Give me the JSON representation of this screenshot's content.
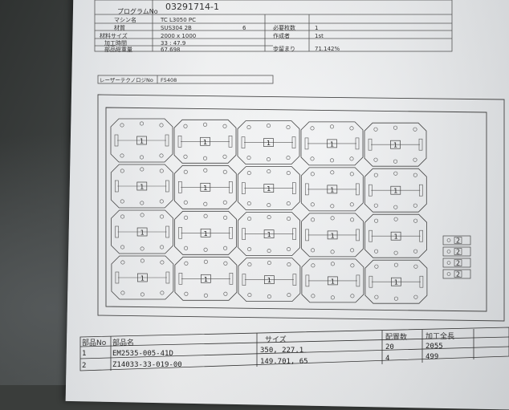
{
  "header": {
    "program_label": "プログラムNo",
    "program_value": "03291714-1",
    "rows": [
      {
        "label": "マシン名",
        "value": "TC L3050 PC",
        "extra": ""
      },
      {
        "label": "材質",
        "value": "SUS304 2B",
        "extra": "6"
      },
      {
        "label": "材料サイズ",
        "value": "2000  x  1000",
        "extra": ""
      },
      {
        "label": "加工時間",
        "value": "33 : 47.9",
        "extra": ""
      },
      {
        "label": "部品総重量",
        "value": "67.698",
        "extra": ""
      }
    ],
    "right_rows": [
      {
        "label": "必要枚数",
        "value": "1"
      },
      {
        "label": "作成者",
        "value": "1st"
      },
      {
        "label": "歩留まり",
        "value": "71.142%"
      }
    ],
    "laser_label": "レーザーテクノロジNo",
    "laser_value": "F5408"
  },
  "nesting": {
    "part_label": "1",
    "side_part_label": "2"
  },
  "parts_table": {
    "headers": [
      "部品No",
      "部品名",
      "サイズ",
      "配置数",
      "加工全長"
    ],
    "rows": [
      {
        "no": "1",
        "name": "EM2535-005-41D",
        "size": "350, 227.1",
        "count": "20",
        "length": "2055"
      },
      {
        "no": "2",
        "name": "Z14033-33-019-00",
        "size": "149.701, 65",
        "count": "4",
        "length": "499"
      }
    ]
  }
}
